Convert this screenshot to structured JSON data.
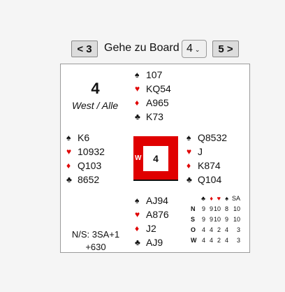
{
  "nav": {
    "prev_label": "< 3",
    "goto_label": "Gehe zu Board",
    "selected_board": "4",
    "next_label": "5 >"
  },
  "board": {
    "number": "4",
    "dealer_vul": "West / Alle"
  },
  "hands": {
    "north": {
      "spades": "107",
      "hearts": "KQ54",
      "diamonds": "A965",
      "clubs": "K73"
    },
    "west": {
      "spades": "K6",
      "hearts": "10932",
      "diamonds": "Q103",
      "clubs": "8652"
    },
    "east": {
      "spades": "Q8532",
      "hearts": "J",
      "diamonds": "K874",
      "clubs": "Q104"
    },
    "south": {
      "spades": "AJ94",
      "hearts": "A876",
      "diamonds": "J2",
      "clubs": "AJ9"
    }
  },
  "compass": {
    "dealer_marker": "W",
    "board_number": "4"
  },
  "result": {
    "contract": "N/S: 3SA+1",
    "score": "+630"
  },
  "tricks": {
    "headers": [
      "♣",
      "♦",
      "♥",
      "♠",
      "SA"
    ],
    "rows": [
      {
        "player": "N",
        "values": [
          "9",
          "9",
          "10",
          "8",
          "10"
        ]
      },
      {
        "player": "S",
        "values": [
          "9",
          "9",
          "10",
          "9",
          "10"
        ]
      },
      {
        "player": "O",
        "values": [
          "4",
          "4",
          "2",
          "4",
          "3"
        ]
      },
      {
        "player": "W",
        "values": [
          "4",
          "4",
          "2",
          "4",
          "3"
        ]
      }
    ]
  },
  "colors": {
    "red": "#e00000",
    "black": "#111111"
  }
}
